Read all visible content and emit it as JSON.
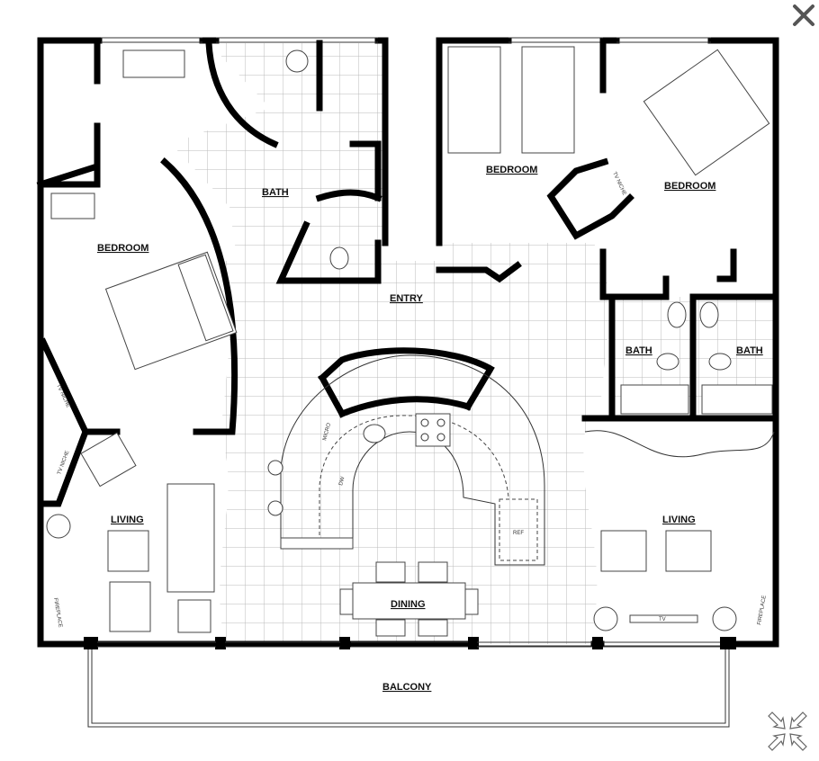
{
  "viewer": {
    "close_icon": "close-x-icon",
    "collapse_icon": "collapse-arrows-icon"
  },
  "labels": {
    "bedroom_left": "BEDROOM",
    "bath_master": "BATH",
    "bedroom_middle": "BEDROOM",
    "bedroom_right": "BEDROOM",
    "entry": "ENTRY",
    "bath_right_a": "BATH",
    "bath_right_b": "BATH",
    "living_left": "LIVING",
    "living_right": "LIVING",
    "dining": "DINING",
    "balcony": "BALCONY",
    "micro": "MICRO",
    "dw": "DW",
    "ref": "REF",
    "tv": "TV",
    "tv_niche_1": "TV NICHE",
    "tv_niche_2": "TV NICHE",
    "tv_niche_3": "TV NICHE",
    "fireplace_left": "FIREPLACE",
    "fireplace_right": "FIREPLACE"
  }
}
